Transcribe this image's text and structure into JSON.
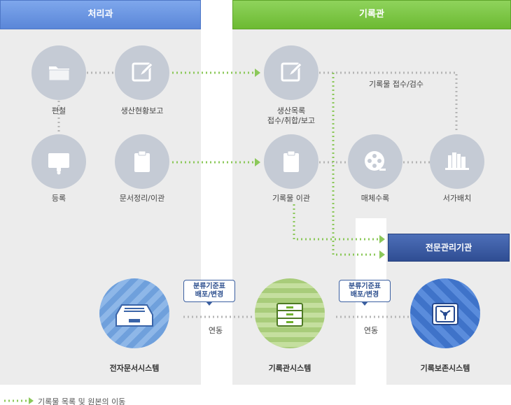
{
  "headers": {
    "left": "처리과",
    "right": "기록관"
  },
  "nodes": {
    "binding": "편철",
    "production_report": "생산현황보고",
    "registration": "등록",
    "doc_transfer": "문서정리/이관",
    "record_receipt_line1": "생산목록",
    "record_receipt_line2": "접수/취합/보고",
    "record_transfer": "기록물 이관",
    "media_catalog": "매체수록",
    "shelf_placement": "서가배치"
  },
  "edge_label_receipt": "기록물 접수/검수",
  "institution": "전문관리기관",
  "systems": {
    "edms": "전자문서시스템",
    "rms": "기록관시스템",
    "archive": "기록보존시스템"
  },
  "tags": {
    "tag1_line1": "분류기준표",
    "tag1_line2": "배포/변경",
    "tag2_line1": "분류기준표",
    "tag2_line2": "배포/변경"
  },
  "link_label_1": "연동",
  "link_label_2": "연동",
  "legend": "기록물 목록 및 원본의 이동",
  "colors": {
    "green_flow": "#8cc85a",
    "gray_link": "#b5b5b5",
    "node_circle": "#c5cbd5"
  }
}
